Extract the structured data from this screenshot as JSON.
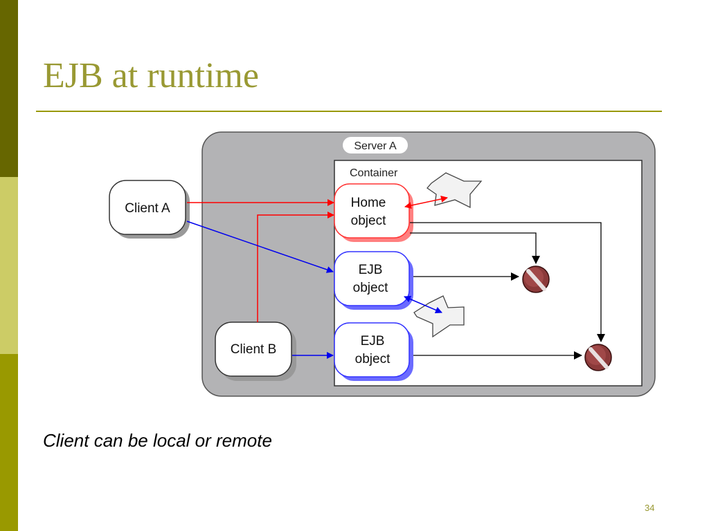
{
  "slide": {
    "title": "EJB at runtime",
    "caption": "Client can be local or remote",
    "page_number": "34"
  },
  "diagram": {
    "server_label": "Server A",
    "container_label": "Container",
    "client_a": "Client A",
    "client_b": "Client B",
    "home_object": [
      "Home",
      "object"
    ],
    "ejb_object_1": [
      "EJB",
      "object"
    ],
    "ejb_object_2": [
      "EJB",
      "object"
    ]
  },
  "colors": {
    "accent": "#999933",
    "server_fill": "#b3b3b5",
    "home_stroke": "#ff3333",
    "ejb_stroke": "#3333ff",
    "bean_fill": "#8b3a3a"
  }
}
